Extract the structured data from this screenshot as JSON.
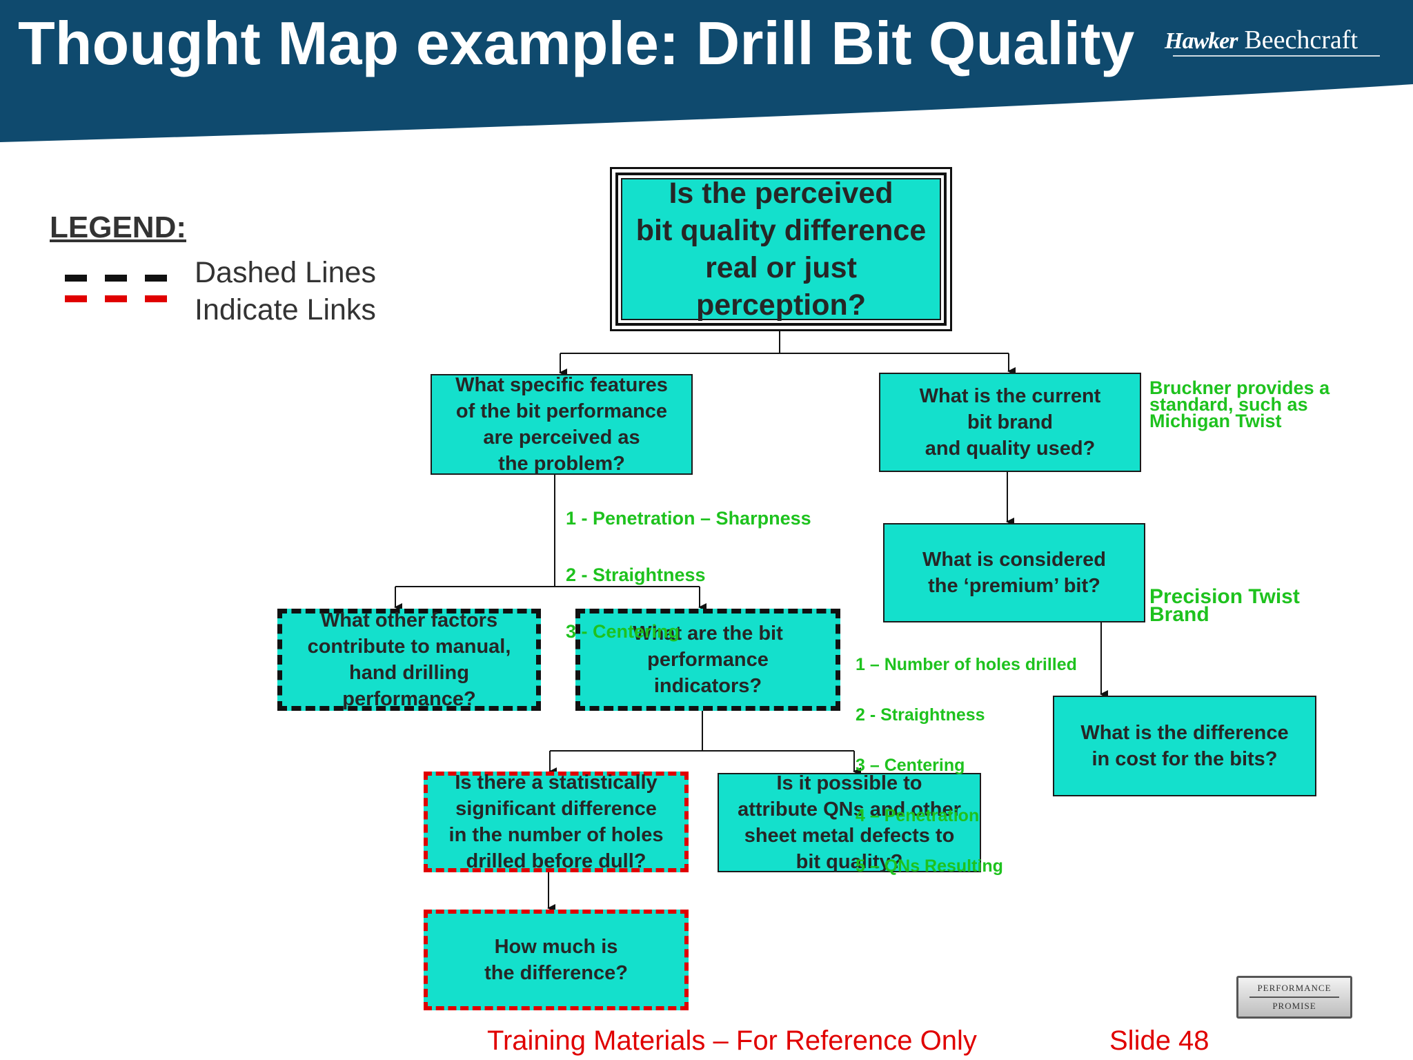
{
  "slide": {
    "title": "Thought Map example: Drill Bit Quality",
    "logo": {
      "part1": "Hawker",
      "part2": "Beechcraft"
    },
    "badge": {
      "line1": "PERFORMANCE",
      "line2": "PROMISE"
    },
    "footer": "Training Materials – For Reference Only",
    "slide_number": "Slide  48"
  },
  "legend": {
    "title": "LEGEND:",
    "line1": "Dashed Lines",
    "line2": "Indicate Links"
  },
  "colors": {
    "header": "#0f4a6e",
    "node_fill": "#14e0cc",
    "note_text": "#1ec21e",
    "link_red": "#e00000",
    "footer_text": "#e00000"
  },
  "nodes": {
    "root": "Is the perceived\nbit quality difference\nreal or just perception?",
    "features": "What specific features\nof the bit performance\nare perceived as\nthe problem?",
    "brand": "What is the current\nbit brand\nand quality used?",
    "premium": "What is considered\nthe ‘premium’ bit?",
    "other_factors": "What other factors\ncontribute to manual,\nhand drilling performance?",
    "indicators": "What are the bit\nperformance\nindicators?",
    "cost": "What is the difference\nin cost for the bits?",
    "statistical": "Is there a statistically\nsignificant difference\nin the number of holes\ndrilled before dull?",
    "attribute": "Is it possible to\nattribute QNs and other\nsheet metal defects to\nbit quality?",
    "how_much": "How much is\nthe difference?"
  },
  "notes": {
    "bruckner": "Bruckner provides a\nstandard, such as\nMichigan Twist",
    "features_list": [
      "1 - Penetration – Sharpness",
      "2 - Straightness",
      "3 - Centering"
    ],
    "precision": "Precision Twist\nBrand",
    "indicator_list": [
      "1 – Number of holes drilled",
      "2 - Straightness",
      "3 – Centering",
      "4 – Penetration",
      "5 – QNs Resulting"
    ]
  }
}
